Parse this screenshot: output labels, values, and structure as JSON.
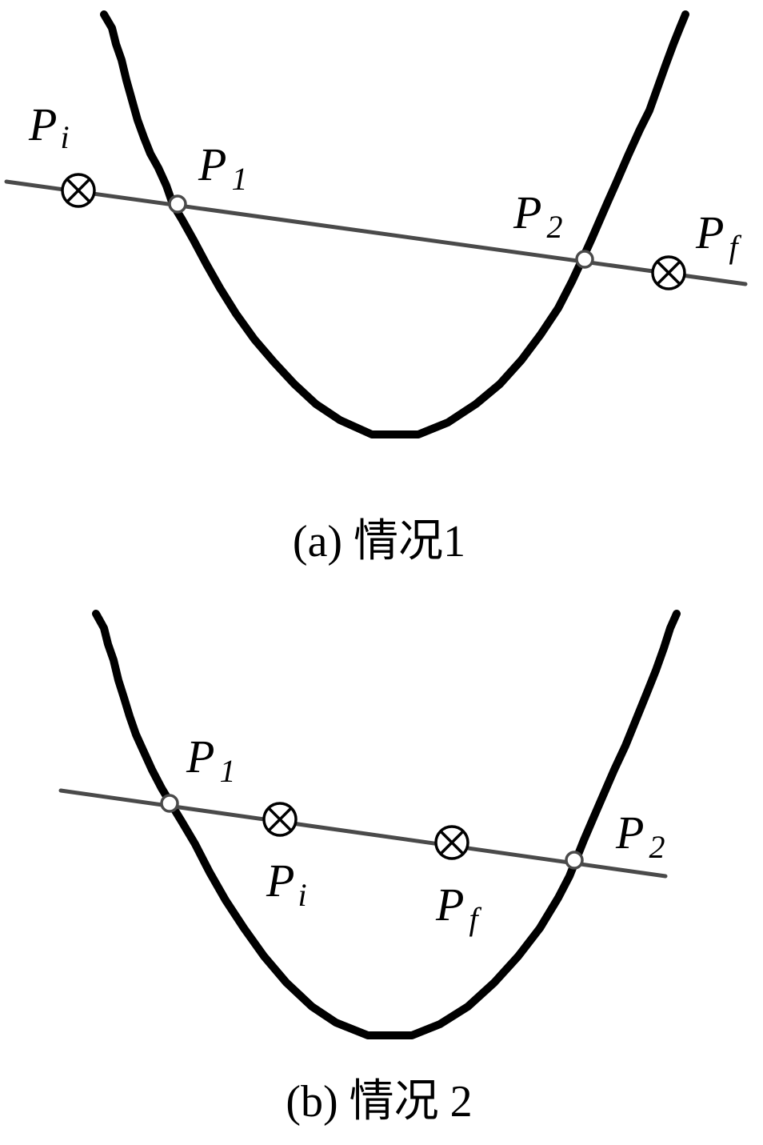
{
  "panel_a": {
    "caption": "(a)  情况1",
    "labels": {
      "pi": {
        "letter": "P",
        "sub": "i"
      },
      "p1": {
        "letter": "P",
        "sub": "1"
      },
      "p2": {
        "letter": "P",
        "sub": "2"
      },
      "pf": {
        "letter": "P",
        "sub": "f"
      }
    }
  },
  "panel_b": {
    "caption": "(b)  情况 2",
    "labels": {
      "p1": {
        "letter": "P",
        "sub": "1"
      },
      "pi": {
        "letter": "P",
        "sub": "i"
      },
      "pf": {
        "letter": "P",
        "sub": "f"
      },
      "p2": {
        "letter": "P",
        "sub": "2"
      }
    }
  },
  "colors": {
    "curve": "#000000",
    "line": "#4a4a4a"
  }
}
